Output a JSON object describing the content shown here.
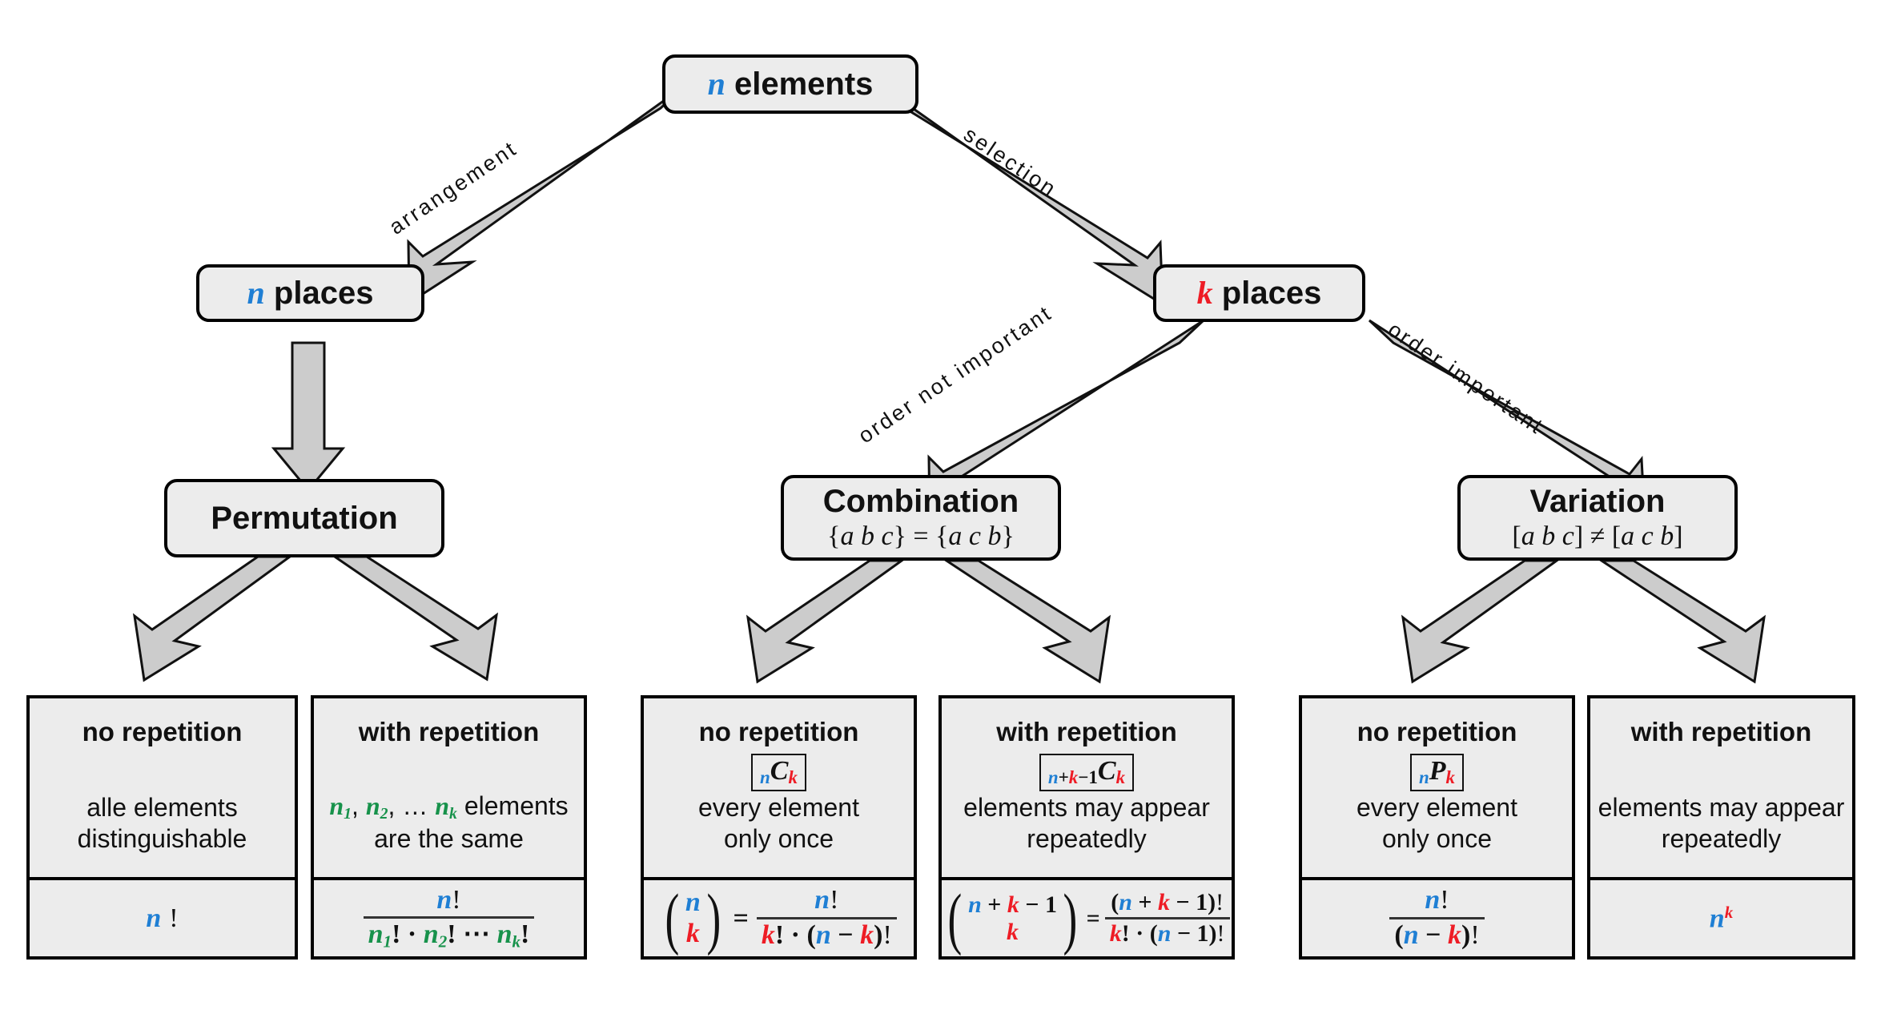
{
  "diagram": {
    "title": "Combinatorics decision tree",
    "colors": {
      "n": "#1f7fd4",
      "k": "#ee1c25",
      "green": "#17924b",
      "node_fill": "#ececec",
      "stroke": "#000000",
      "arrow_fill": "#cccccc"
    }
  },
  "root": {
    "label_var": "n",
    "label_text": "elements"
  },
  "edges": {
    "arrangement": "arrangement",
    "selection": "selection",
    "order_not_important": "order not important",
    "order_important": "order important"
  },
  "level2": {
    "left": {
      "var": "n",
      "text": "places"
    },
    "right": {
      "var": "k",
      "text": "places"
    }
  },
  "level3": [
    {
      "name": "Permutation",
      "sub": ""
    },
    {
      "name": "Combination",
      "sub": "{a b c} = {a c b}"
    },
    {
      "name": "Variation",
      "sub": "[a b c] ≠ [a c b]"
    }
  ],
  "leaves": [
    {
      "group": "Permutation",
      "head": "no repetition",
      "tag": "",
      "desc_line1": "alle elements",
      "desc_line2": "distinguishable",
      "formula_text": "n!"
    },
    {
      "group": "Permutation",
      "head": "with repetition",
      "tag": "",
      "desc_line1": "n₁, n₂, … nₖ elements",
      "desc_line2": "are the same",
      "formula_text": "n! / (n₁! · n₂! ⋯ nₖ!)"
    },
    {
      "group": "Combination",
      "head": "no repetition",
      "tag": "nCk",
      "desc_line1": "every element",
      "desc_line2": "only once",
      "formula_text": "(n over k) = n! / (k! · (n − k)!)"
    },
    {
      "group": "Combination",
      "head": "with repetition",
      "tag": "n+k-1Ck",
      "desc_line1": "elements may appear",
      "desc_line2": "repeatedly",
      "formula_text": "(n + k − 1 over k) = (n + k − 1)! / (k! · (n − 1)!)"
    },
    {
      "group": "Variation",
      "head": "no repetition",
      "tag": "nPk",
      "desc_line1": "every element",
      "desc_line2": "only once",
      "formula_text": "n! / (n − k)!"
    },
    {
      "group": "Variation",
      "head": "with repetition",
      "tag": "",
      "desc_line1": "elements may appear",
      "desc_line2": "repeatedly",
      "formula_text": "n^k"
    }
  ],
  "symbols": {
    "n": "n",
    "k": "k",
    "C": "C",
    "P": "P",
    "fact": "!",
    "plus": "+",
    "minus": "−",
    "one": "1",
    "dot": "·",
    "cdots": "⋯",
    "equals": "=",
    "comma": ",",
    "ellipsis": "…"
  }
}
